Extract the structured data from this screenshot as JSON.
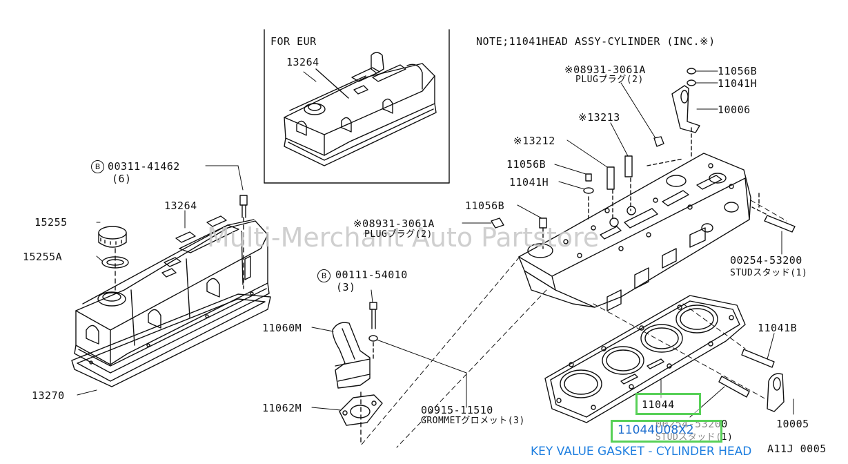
{
  "inset": {
    "title": "FOR EUR",
    "part": "13264"
  },
  "note": "NOTE;11041HEAD ASSY-CYLINDER (INC.※)",
  "callouts": {
    "c_08931_top": "※08931-3061A",
    "c_plug_top": "PLUGプラグ(2)",
    "c_11056b_top": "11056B",
    "c_11041h_top": "11041H",
    "c_10006": "10006",
    "c_13213": "※13213",
    "c_13212": "※13212",
    "c_11056b_mid": "11056B",
    "c_11041h_mid": "11041H",
    "c_11056b_low": "11056B",
    "c_08931_mid": "※08931-3061A",
    "c_plug_mid": "PLUGプラグ(2)",
    "c_00254_top": "00254-53200",
    "c_stud_top": "STUDスタッド(1)",
    "c_11041b": "11041B",
    "c_10005": "10005",
    "c_00254_low": "00254-53200",
    "c_stud_low": "STUDスタッド(1)",
    "c_b_00311": "00311-41462",
    "c_00311_qty": "(6)",
    "c_13264_main": "13264",
    "c_15255": "15255",
    "c_15255a": "15255A",
    "c_13270": "13270",
    "c_b_00111": "00111-54010",
    "c_00111_qty": "(3)",
    "c_11060m": "11060M",
    "c_11062m": "11062M",
    "c_00915": "00915-11510",
    "c_grommet": "GROMMETグロメット(3)",
    "c_11044": "11044",
    "c_ref": "A11J 0005",
    "circle_b": "B"
  },
  "highlight": {
    "part": "11044",
    "oem": "11044U08X2"
  },
  "watermark": "Multi-Merchant Auto Partstore",
  "footer": "KEY VALUE GASKET - CYLINDER HEAD",
  "colors": {
    "highlight_border": "#57d057",
    "link_blue": "#1f6fcf",
    "watermark": "#c7c7c7"
  }
}
